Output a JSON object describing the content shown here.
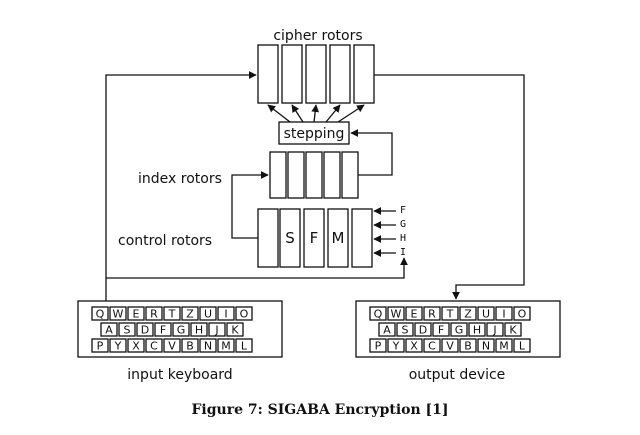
{
  "labels": {
    "cipher_rotors": "cipher rotors",
    "stepping": "stepping",
    "index_rotors": "index rotors",
    "control_rotors": "control rotors",
    "input_keyboard": "input keyboard",
    "output_device": "output device"
  },
  "control_rotor_letters": [
    "S",
    "F",
    "M"
  ],
  "control_inputs": [
    "F",
    "G",
    "H",
    "I"
  ],
  "keyboard_rows": [
    [
      "Q",
      "W",
      "E",
      "R",
      "T",
      "Z",
      "U",
      "I",
      "O"
    ],
    [
      "A",
      "S",
      "D",
      "F",
      "G",
      "H",
      "J",
      "K"
    ],
    [
      "P",
      "Y",
      "X",
      "C",
      "V",
      "B",
      "N",
      "M",
      "L"
    ]
  ],
  "caption": "Figure 7: SIGABA Encryption [1]",
  "colors": {
    "stroke": "#111111",
    "background": "#ffffff"
  }
}
